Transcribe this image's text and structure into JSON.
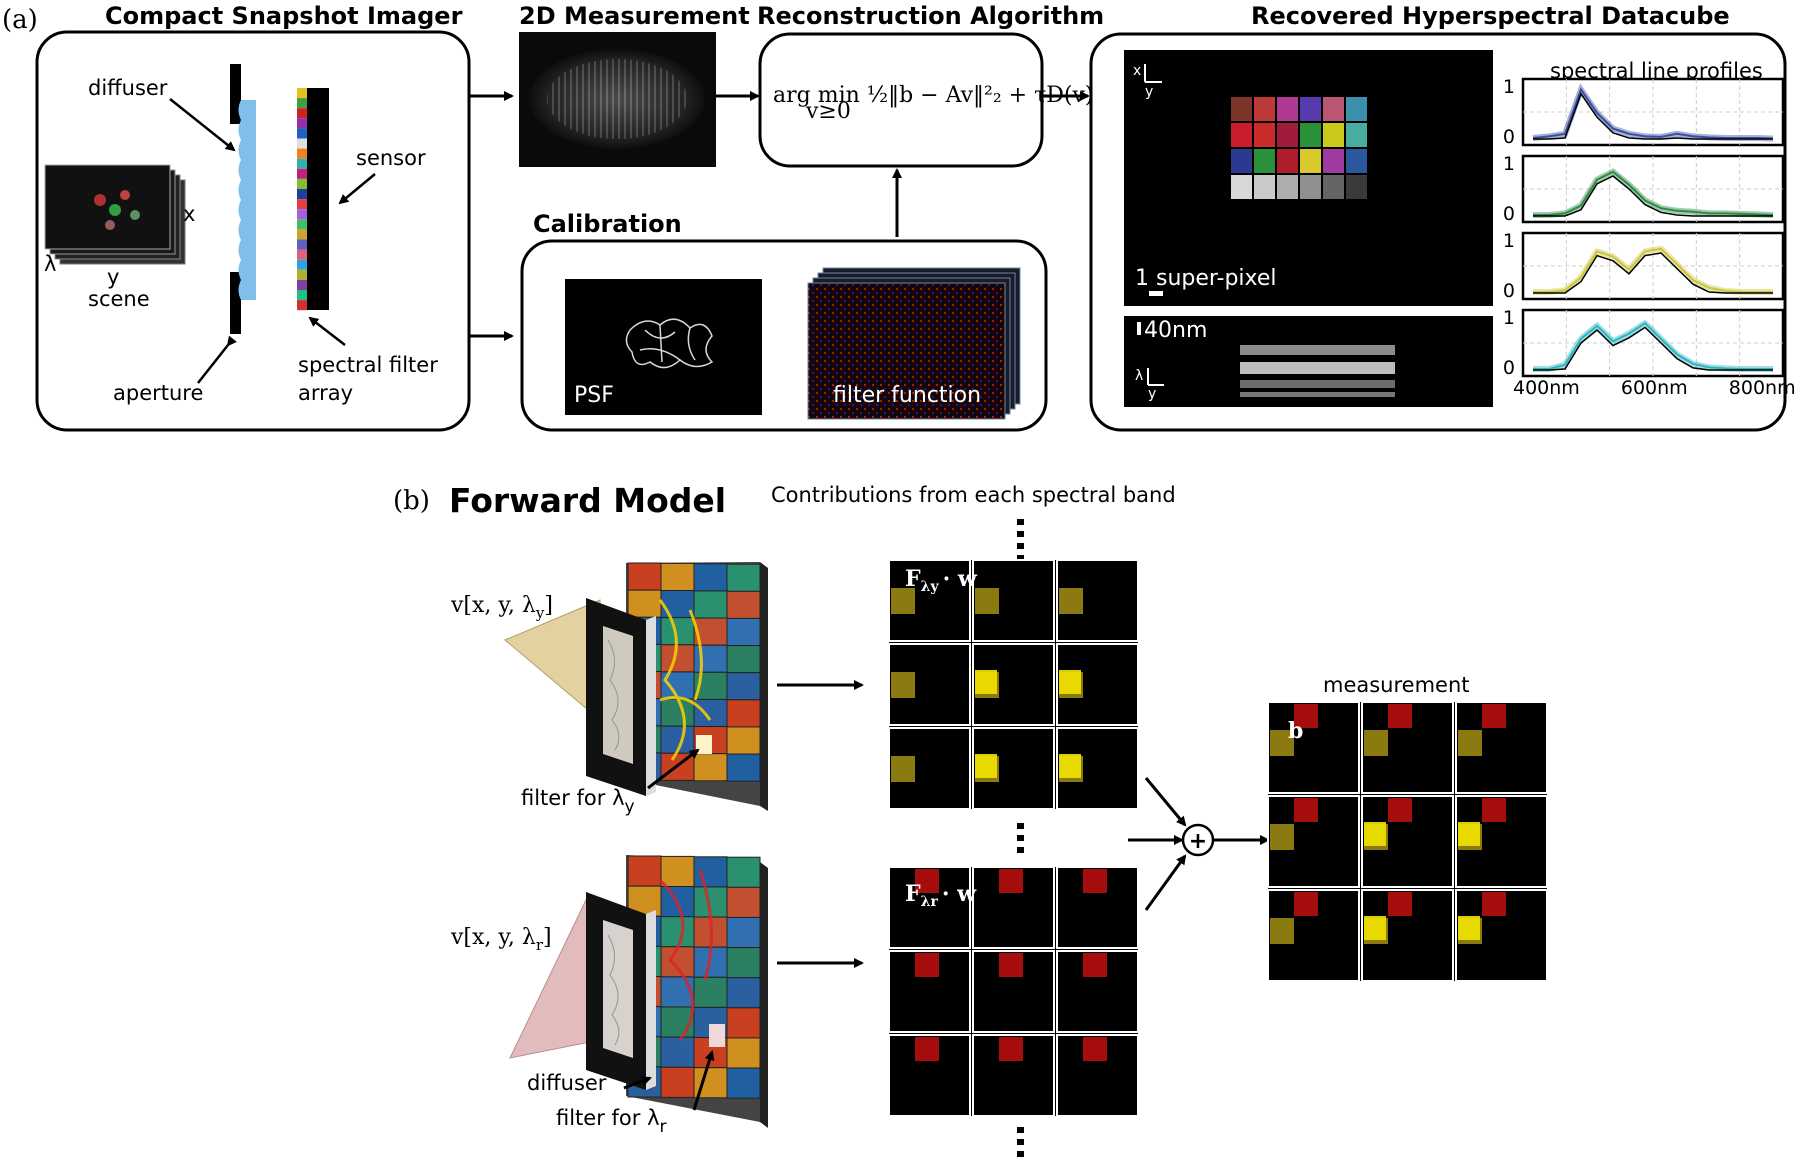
{
  "panel_a": {
    "tag": "(a)",
    "imager": {
      "title": "Compact Snapshot Imager",
      "diffuser": "diffuser",
      "sensor": "sensor",
      "aperture": "aperture",
      "filter_array_1": "spectral filter",
      "filter_array_2": "array",
      "axis_x": "x",
      "axis_y": "y",
      "axis_lambda": "λ",
      "scene": "scene"
    },
    "measurement_title": "2D Measurement",
    "algorithm": {
      "title": "Reconstruction Algorithm",
      "equation": "arg min ½‖b − Av‖²₂ + τD(v)",
      "constraint": "v≥0"
    },
    "calibration": {
      "title": "Calibration",
      "psf": "PSF",
      "filter_function": "filter function"
    },
    "datacube": {
      "title": "Recovered Hyperspectral Datacube",
      "axis_x": "x",
      "axis_y": "y",
      "axis_lambda": "λ",
      "scale_pixel": "1 super-pixel",
      "scale_nm": "40nm",
      "profiles_title": "spectral line profiles",
      "x_ticks": [
        "400nm",
        "600nm",
        "800nm"
      ],
      "y_tick_top": "1",
      "y_tick_bottom": "0"
    }
  },
  "panel_b": {
    "tag": "(b)",
    "title": "Forward Model",
    "contributions_title": "Contributions from each spectral band",
    "v_top": "v[x, y, λ",
    "v_top_sub": "y",
    "v_bottom": "v[x, y, λ",
    "v_bottom_sub": "r",
    "filter_top": "filter for λ",
    "filter_top_sub": "y",
    "diffuser": "diffuser",
    "filter_bottom": "filter for λ",
    "filter_bottom_sub": "r",
    "f_top": "F",
    "f_top_sub": "λy",
    "f_top_w": "· w",
    "f_bottom": "F",
    "f_bottom_sub": "λr",
    "f_bottom_w": "· w",
    "measurement": "measurement",
    "b_label": "b",
    "plus": "+"
  },
  "colors": {
    "diffuser_blue": "#7fbfea",
    "profile_blue": "#3b4fa0",
    "profile_green": "#2f8a4a",
    "profile_yellow": "#c9c640",
    "profile_cyan": "#2fb4c0",
    "yellow_band": "#f2e400",
    "red_band": "#d01010"
  }
}
